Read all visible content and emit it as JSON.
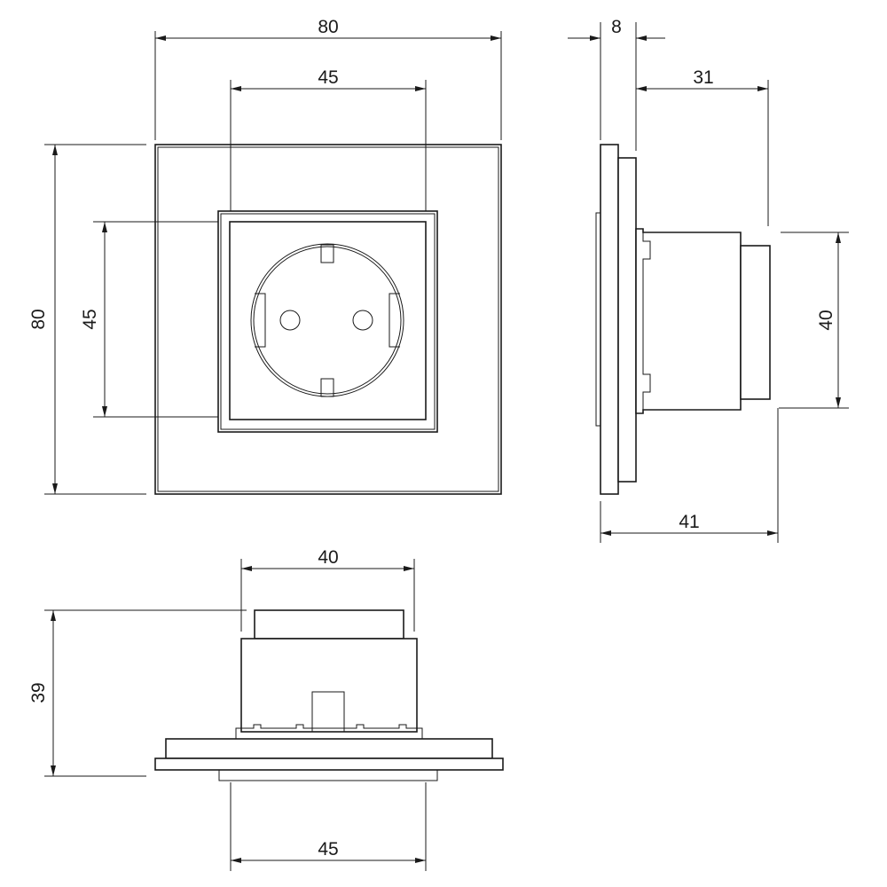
{
  "drawing": {
    "front_view": {
      "width_label": "80",
      "inner_width_label": "45",
      "height_label": "80",
      "inner_height_label": "45"
    },
    "side_view": {
      "plate_depth_label": "8",
      "body_depth_label": "31",
      "body_height_label": "40",
      "total_depth_label": "41"
    },
    "bottom_view": {
      "body_width_label": "40",
      "depth_label": "39",
      "inner_width_label": "45"
    },
    "line_color": "#1a1a1a"
  }
}
